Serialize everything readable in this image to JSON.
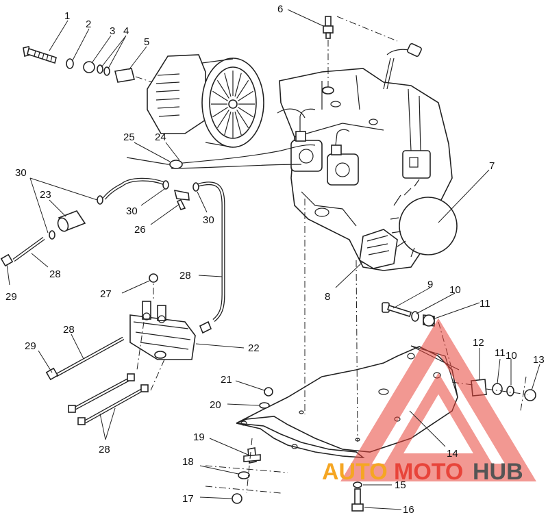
{
  "diagram": {
    "callouts": [
      {
        "id": "1",
        "label": "1"
      },
      {
        "id": "2",
        "label": "2"
      },
      {
        "id": "3",
        "label": "3"
      },
      {
        "id": "4",
        "label": "4"
      },
      {
        "id": "5",
        "label": "5"
      },
      {
        "id": "6",
        "label": "6"
      },
      {
        "id": "7",
        "label": "7"
      },
      {
        "id": "8",
        "label": "8"
      },
      {
        "id": "9",
        "label": "9"
      },
      {
        "id": "10a",
        "label": "10"
      },
      {
        "id": "10b",
        "label": "10"
      },
      {
        "id": "11a",
        "label": "11"
      },
      {
        "id": "11b",
        "label": "11"
      },
      {
        "id": "12",
        "label": "12"
      },
      {
        "id": "13",
        "label": "13"
      },
      {
        "id": "14",
        "label": "14"
      },
      {
        "id": "15",
        "label": "15"
      },
      {
        "id": "16",
        "label": "16"
      },
      {
        "id": "17",
        "label": "17"
      },
      {
        "id": "18",
        "label": "18"
      },
      {
        "id": "19",
        "label": "19"
      },
      {
        "id": "20",
        "label": "20"
      },
      {
        "id": "21",
        "label": "21"
      },
      {
        "id": "22",
        "label": "22"
      },
      {
        "id": "23",
        "label": "23"
      },
      {
        "id": "24",
        "label": "24"
      },
      {
        "id": "25",
        "label": "25"
      },
      {
        "id": "26",
        "label": "26"
      },
      {
        "id": "27",
        "label": "27"
      },
      {
        "id": "28a",
        "label": "28"
      },
      {
        "id": "28b",
        "label": "28"
      },
      {
        "id": "28c",
        "label": "28"
      },
      {
        "id": "28d",
        "label": "28"
      },
      {
        "id": "29a",
        "label": "29"
      },
      {
        "id": "29b",
        "label": "29"
      },
      {
        "id": "30a",
        "label": "30"
      },
      {
        "id": "30b",
        "label": "30"
      },
      {
        "id": "30c",
        "label": "30"
      }
    ]
  },
  "watermark": {
    "part1": "AUTO",
    "part2": "MOTO",
    "part3": "HUB",
    "color_orange": "#f5a623",
    "color_red": "#e8443a",
    "color_gray": "#555555"
  }
}
